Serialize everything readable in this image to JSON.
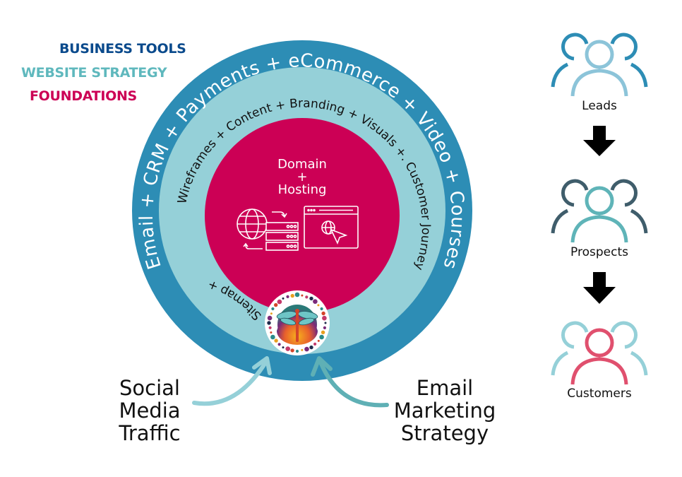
{
  "legend": {
    "business_tools": "BUSINESS TOOLS",
    "website_strategy": "WEBSITE STRATEGY",
    "foundations": "FOUNDATIONS"
  },
  "rings": {
    "outer": {
      "layer": "BUSINESS TOOLS",
      "text": "Email + CRM + Payments  + eCommerce + Video + Courses",
      "color": "#2d8db5"
    },
    "middle": {
      "layer": "WEBSITE STRATEGY",
      "text_top": "Wireframes + Content +  Branding + Visuals +. Customer Journey",
      "text_bottom_left": "Sitemap +",
      "color": "#95d0d8"
    },
    "core": {
      "layer": "FOUNDATIONS",
      "title_line1": "Domain",
      "title_line2": "+",
      "title_line3": "Hosting",
      "icons": [
        "globe-server-icon",
        "browser-globe-cursor-icon"
      ],
      "color": "#cc0055"
    }
  },
  "logo": {
    "icon": "dragonfly-logo-icon"
  },
  "sources": {
    "left": {
      "line1": "Social",
      "line2": "Media",
      "line3": "Traffic",
      "arrow_color": "#95d0d8"
    },
    "right": {
      "line1": "Email",
      "line2": "Marketing",
      "line3": "Strategy",
      "arrow_color": "#5fb0b5"
    }
  },
  "funnel": {
    "stages": [
      {
        "label": "Leads",
        "outer_color": "#2d8db5",
        "inner_color": "#8cc4d9"
      },
      {
        "label": "Prospects",
        "outer_color": "#3f5d6b",
        "inner_color": "#5fb4b8"
      },
      {
        "label": "Customers",
        "outer_color": "#95d0d8",
        "inner_color": "#e0506e"
      }
    ],
    "arrow_icon": "arrow-down-icon"
  }
}
